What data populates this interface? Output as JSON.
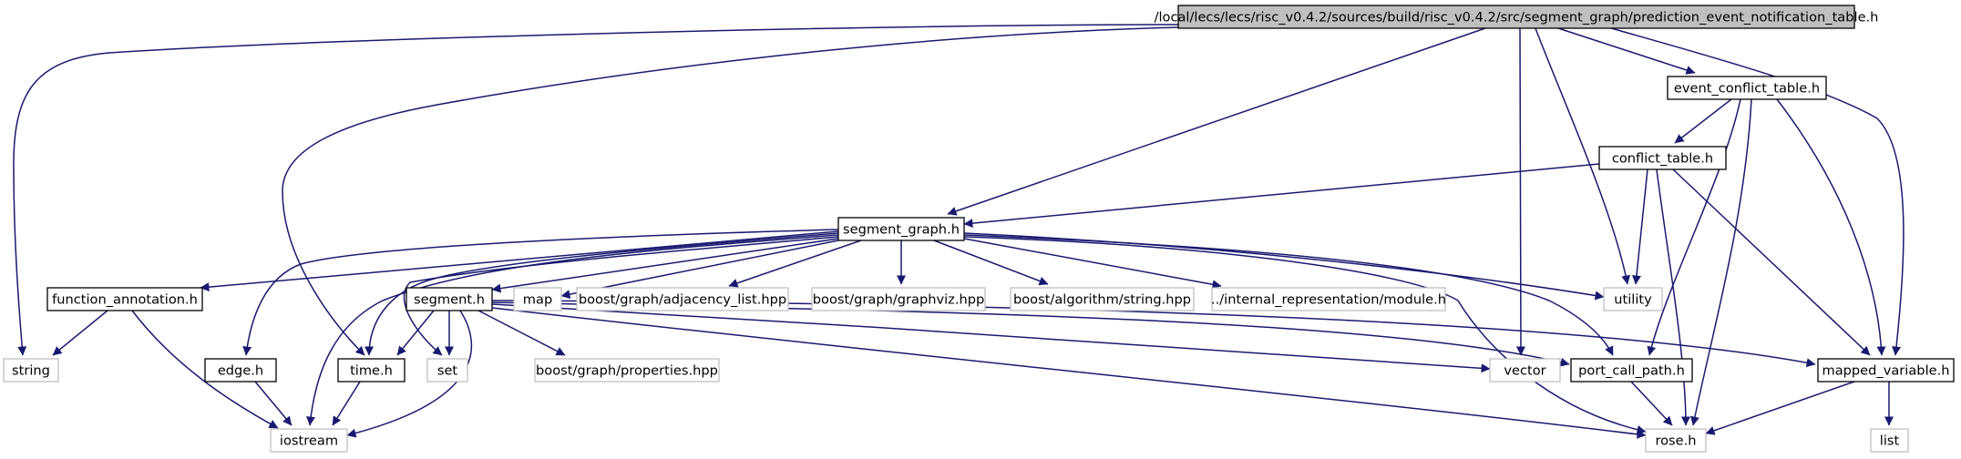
{
  "graph": {
    "root": "/local/lecs/lecs/risc_v0.4.2/sources/build/risc_v0.4.2/src/segment_graph/prediction_event_notification_table.h",
    "colors": {
      "edge": "#191970",
      "box_border": "#000000",
      "external_border": "#bfbfbf",
      "root_fill": "#bfbfbf",
      "text": "#000000"
    },
    "nodes": [
      {
        "id": "root",
        "label": "/local/lecs/lecs/risc_v0.4.2/sources/build/risc_v0.4.2/src/segment_graph/prediction_event_notification_table.h",
        "kind": "root"
      },
      {
        "id": "event_conflict_table",
        "label": "event_conflict_table.h",
        "kind": "documented"
      },
      {
        "id": "conflict_table",
        "label": "conflict_table.h",
        "kind": "documented"
      },
      {
        "id": "segment_graph",
        "label": "segment_graph.h",
        "kind": "documented"
      },
      {
        "id": "function_annotation",
        "label": "function_annotation.h",
        "kind": "documented"
      },
      {
        "id": "segment",
        "label": "segment.h",
        "kind": "documented"
      },
      {
        "id": "map",
        "label": "map",
        "kind": "external"
      },
      {
        "id": "adjacency_list",
        "label": "boost/graph/adjacency_list.hpp",
        "kind": "external"
      },
      {
        "id": "graphviz",
        "label": "boost/graph/graphviz.hpp",
        "kind": "external"
      },
      {
        "id": "algorithm_string",
        "label": "boost/algorithm/string.hpp",
        "kind": "external"
      },
      {
        "id": "module",
        "label": "../internal_representation/module.h",
        "kind": "external"
      },
      {
        "id": "utility",
        "label": "utility",
        "kind": "external"
      },
      {
        "id": "string",
        "label": "string",
        "kind": "external"
      },
      {
        "id": "edge",
        "label": "edge.h",
        "kind": "documented"
      },
      {
        "id": "time",
        "label": "time.h",
        "kind": "documented"
      },
      {
        "id": "set",
        "label": "set",
        "kind": "external"
      },
      {
        "id": "properties",
        "label": "boost/graph/properties.hpp",
        "kind": "external"
      },
      {
        "id": "vector",
        "label": "vector",
        "kind": "external"
      },
      {
        "id": "port_call_path",
        "label": "port_call_path.h",
        "kind": "documented"
      },
      {
        "id": "mapped_variable",
        "label": "mapped_variable.h",
        "kind": "documented"
      },
      {
        "id": "iostream",
        "label": "iostream",
        "kind": "external"
      },
      {
        "id": "rose",
        "label": "rose.h",
        "kind": "external"
      },
      {
        "id": "list",
        "label": "list",
        "kind": "external"
      }
    ]
  }
}
